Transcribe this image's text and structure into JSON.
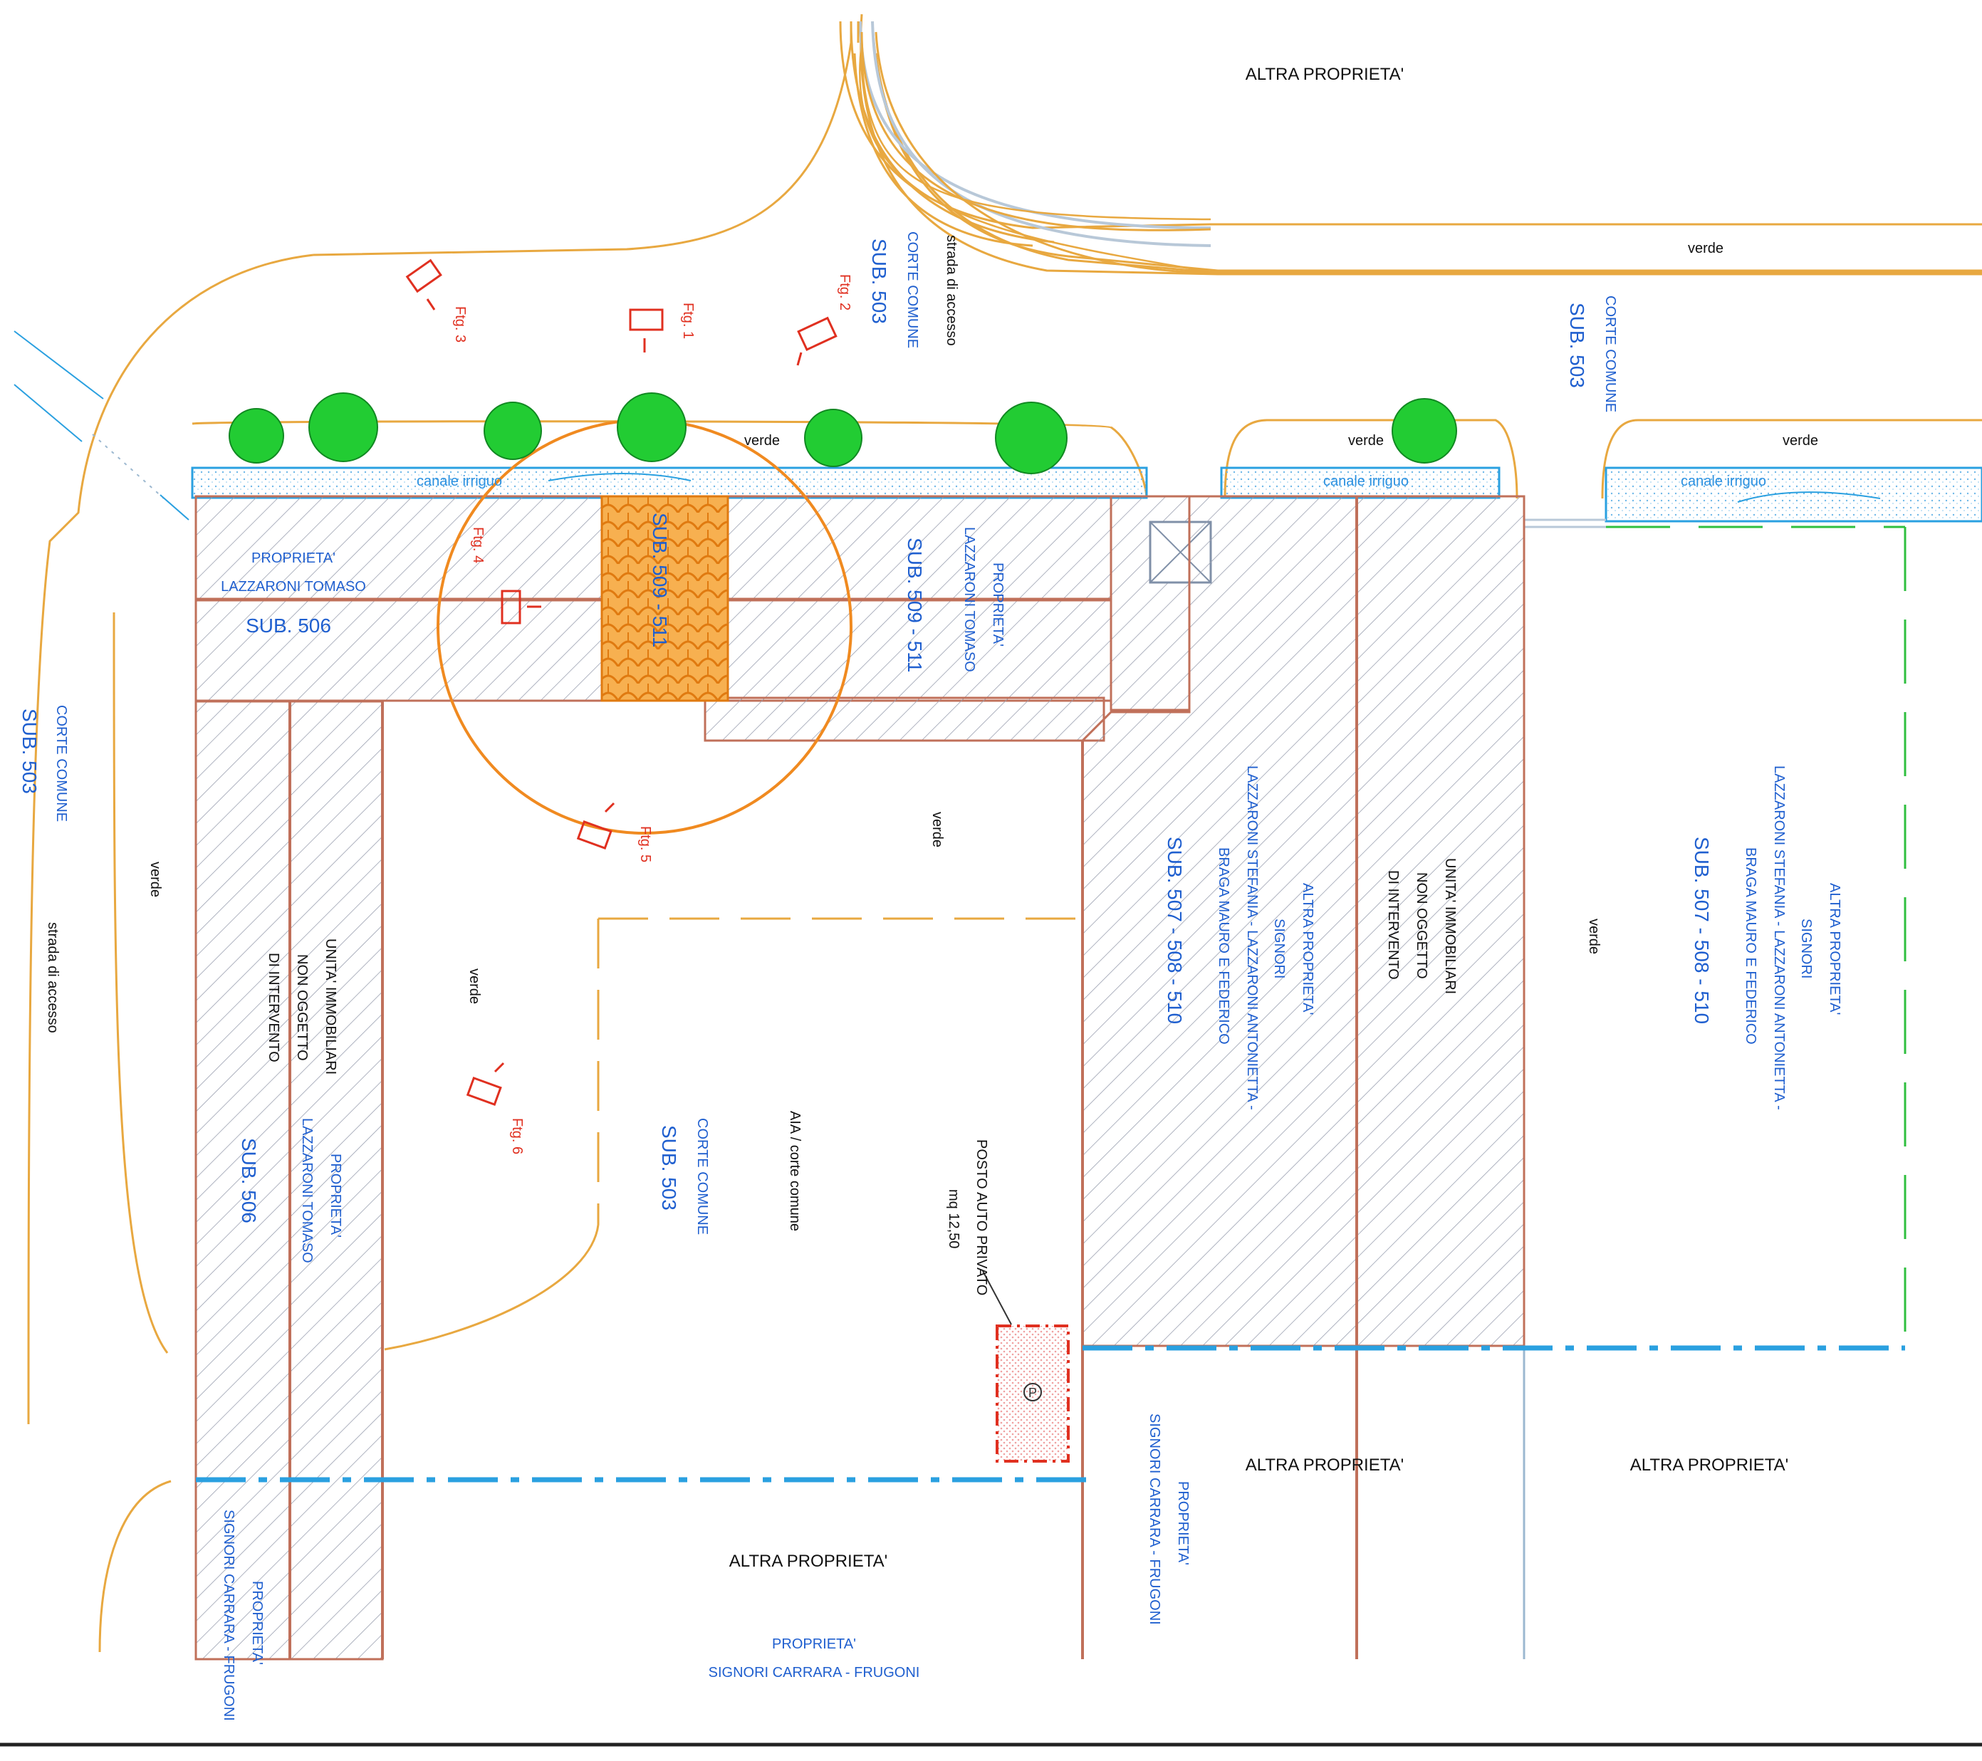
{
  "labels": {
    "altra_top": "ALTRA PROPRIETA'",
    "verde_top_right": "verde",
    "strada_accesso_top": "strada di accesso",
    "corte_comune_top": "CORTE COMUNE",
    "sub503_top": "SUB. 503",
    "corte_comune_right": "CORTE COMUNE",
    "sub503_right": "SUB. 503",
    "fig1": "Ftg. 1",
    "fig2": "Ftg. 2",
    "fig3": "Ftg. 3",
    "fig4": "Ftg. 4",
    "fig5": "Ftg. 5",
    "fig6": "Ftg. 6",
    "verde_strip_1": "verde",
    "verde_strip_2": "verde",
    "verde_strip_3": "verde",
    "canale_1": "canale irriguo",
    "canale_2": "canale irriguo",
    "canale_3": "canale irriguo",
    "prop_lazzaroni_1": "PROPRIETA'",
    "prop_lazzaroni_2": "LAZZARONI TOMASO",
    "sub506_top": "SUB. 506",
    "sub509_511_a": "SUB. 509 - 511",
    "sub509_511_b": "SUB. 509 - 511",
    "prop_lazzaroni_b1": "PROPRIETA'",
    "prop_lazzaroni_b2": "LAZZARONI TOMASO",
    "corte_comune_left": "CORTE COMUNE",
    "sub503_left": "SUB. 503",
    "verde_left": "verde",
    "strada_accesso_left": "strada di accesso",
    "unita_1": "UNITA' IMMOBILIARI",
    "unita_2": "NON OGGETTO",
    "unita_3": "DI INTERVENTO",
    "sub506_left": "SUB. 506",
    "prop_lazz_left_1": "PROPRIETA'",
    "prop_lazz_left_2": "LAZZARONI TOMASO",
    "verde_inner_a": "verde",
    "verde_inner_b": "verde",
    "aia": "AIA / corte comune",
    "corte_comune_mid": "CORTE COMUNE",
    "sub503_mid": "SUB. 503",
    "posto_auto_1": "POSTO AUTO PRIVATO",
    "posto_auto_2": "mq 12,50",
    "parking_symbol": "P",
    "sub507_a": "SUB. 507 - 508 - 510",
    "altra_prop_sign_1": "ALTRA PROPRIETA'",
    "altra_prop_sign_2": "SIGNORI",
    "altra_prop_sign_3": "LAZZARONI STEFANIA - LAZZARONI ANTONIETTA -",
    "altra_prop_sign_4": "BRAGA MAURO E FEDERICO",
    "unita_b1": "UNITA' IMMOBILIARI",
    "unita_b2": "NON OGGETTO",
    "unita_b3": "DI INTERVENTO",
    "verde_right": "verde",
    "sub507_b": "SUB. 507 - 508 - 510",
    "altra_prop_sign_b1": "ALTRA PROPRIETA'",
    "altra_prop_sign_b2": "SIGNORI",
    "altra_prop_sign_b3": "LAZZARONI STEFANIA - LAZZARONI ANTONIETTA -",
    "altra_prop_sign_b4": "BRAGA MAURO E FEDERICO",
    "altra_bottom_mid": "ALTRA PROPRIETA'",
    "altra_bottom_right": "ALTRA PROPRIETA'",
    "altra_bottom_left": "ALTRA PROPRIETA'",
    "carrara_mid_1": "PROPRIETA'",
    "carrara_mid_2": "SIGNORI CARRARA - FRUGONI",
    "carrara_left_1": "PROPRIETA'",
    "carrara_left_2": "SIGNORI CARRARA - FRUGONI",
    "carrara_bottom_1": "PROPRIETA'",
    "carrara_bottom_2": "SIGNORI CARRARA - FRUGONI"
  },
  "colors": {
    "blue_text": "#1f5fcf",
    "red": "#e03020",
    "orange": "#f08a20",
    "brown": "#c0705a",
    "cadastral_orange": "#e8a840",
    "canal_blue": "#2aa0e0",
    "tree_green": "#22cc33",
    "green_dash": "#2fbf3f"
  }
}
